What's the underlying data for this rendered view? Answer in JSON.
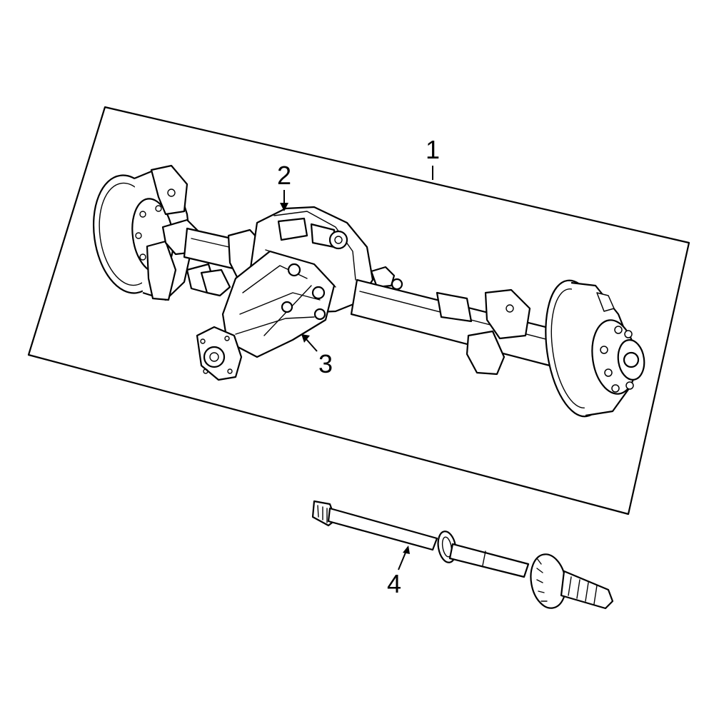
{
  "callouts": {
    "c1": "1",
    "c2": "2",
    "c3": "3",
    "c4": "4"
  },
  "parts": [
    {
      "callout": "1",
      "icon": "rear-axle-housing-assembly"
    },
    {
      "callout": "2",
      "icon": "differential-housing-cover"
    },
    {
      "callout": "3",
      "icon": "differential-carrier"
    },
    {
      "callout": "4",
      "icon": "axle-shaft"
    }
  ],
  "colors": {
    "line": "#000000",
    "background": "#ffffff"
  }
}
